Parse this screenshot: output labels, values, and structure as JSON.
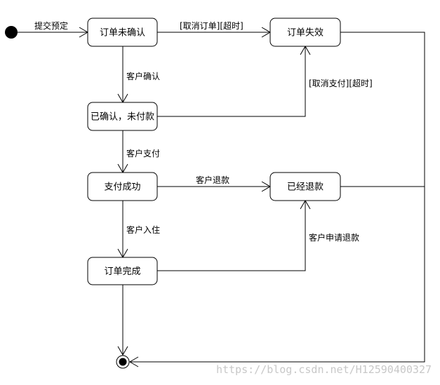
{
  "states": {
    "unconfirmed": "订单未确认",
    "invalid": "订单失效",
    "confirmed_unpaid": "已确认，未付款",
    "paid": "支付成功",
    "refunded": "已经退款",
    "completed": "订单完成"
  },
  "transitions": {
    "submit": "提交预定",
    "cancel_order": "[取消订单][超时]",
    "customer_confirm": "客户确认",
    "cancel_payment": "[取消支付][超时]",
    "customer_pay": "客户支付",
    "customer_refund": "客户退款",
    "customer_checkin": "客户入住",
    "customer_request_refund": "客户申请退款"
  },
  "watermark": "https://blog.csdn.net/H12590400327"
}
